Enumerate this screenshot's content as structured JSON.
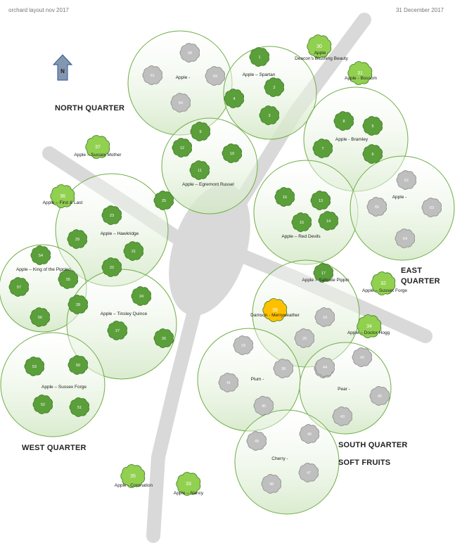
{
  "header": {
    "title": "orchard layout nov 2017",
    "date": "31 December 2017"
  },
  "compass": {
    "label": "N",
    "icon": "north-arrow-icon"
  },
  "quarters": {
    "north": "NORTH QUARTER",
    "east_line1": "EAST",
    "east_line2": "QUARTER",
    "west": "WEST QUARTER",
    "south": "SOUTH QUARTER",
    "soft": "SOFT FRUITS"
  },
  "colors": {
    "path": "#d9d9d9",
    "circle_stroke": "#70ad47",
    "circle_fill_top": "#ffffff",
    "circle_fill_bottom": "#e2efd9",
    "tree_dark": "#5b9f3a",
    "tree_light": "#92d050",
    "tree_grey": "#bfbfbf",
    "tree_orange": "#ffc000"
  },
  "groups": [
    {
      "id": "g-nw",
      "label": "Apple -"
    },
    {
      "id": "g-spartan",
      "label": "Apple – Spartan"
    },
    {
      "id": "g-bramley",
      "label": "Apple - Bramley"
    },
    {
      "id": "g-egremont",
      "label": "Apple – Egremont Russel"
    },
    {
      "id": "g-hawkridge",
      "label": "Apple – Hawkridge"
    },
    {
      "id": "g-reddevils",
      "label": "Apple – Red Devils"
    },
    {
      "id": "g-east",
      "label": "Apple -"
    },
    {
      "id": "g-kingpippins",
      "label": "Apple – King of the Pippins"
    },
    {
      "id": "g-tinsley",
      "label": "Apple – Tinsley Quince"
    },
    {
      "id": "g-damson",
      "label": "Damson - Merryweather"
    },
    {
      "id": "g-sussexforge",
      "label": "Apple – Sussex Forge"
    },
    {
      "id": "g-plum",
      "label": "Plum -"
    },
    {
      "id": "g-pear",
      "label": "Pear -"
    },
    {
      "id": "g-cherry",
      "label": "Cherry -"
    }
  ],
  "standalone_labels": [
    {
      "id": "l-deacon",
      "text": "Apple -\nDeacon’s Blushing Beauty"
    },
    {
      "id": "l-bossom",
      "text": "Apple - Bossom"
    },
    {
      "id": "l-sussexmother",
      "text": "Apple – Sussex Mother"
    },
    {
      "id": "l-firstlast",
      "text": "Apple – First & Last"
    },
    {
      "id": "l-saltcote",
      "text": "Apple – Saltcote Pippin"
    },
    {
      "id": "l-sussexforge2",
      "text": "Apple – Sussex Forge"
    },
    {
      "id": "l-doctorhogg",
      "text": "Apple – Doctor Hogg"
    },
    {
      "id": "l-coronation",
      "text": "Apple - Coronation"
    },
    {
      "id": "l-nancy",
      "text": "Apple – Nancy"
    }
  ],
  "trees": [
    {
      "n": "58",
      "kind": "grey"
    },
    {
      "n": "61",
      "kind": "grey"
    },
    {
      "n": "59",
      "kind": "grey"
    },
    {
      "n": "60",
      "kind": "grey"
    },
    {
      "n": "1",
      "kind": "dark"
    },
    {
      "n": "2",
      "kind": "dark"
    },
    {
      "n": "4",
      "kind": "dark"
    },
    {
      "n": "3",
      "kind": "dark"
    },
    {
      "n": "30",
      "kind": "light"
    },
    {
      "n": "31",
      "kind": "light"
    },
    {
      "n": "8",
      "kind": "dark"
    },
    {
      "n": "5",
      "kind": "dark"
    },
    {
      "n": "7",
      "kind": "dark"
    },
    {
      "n": "6",
      "kind": "dark"
    },
    {
      "n": "9",
      "kind": "dark"
    },
    {
      "n": "12",
      "kind": "dark"
    },
    {
      "n": "10",
      "kind": "dark"
    },
    {
      "n": "11",
      "kind": "dark"
    },
    {
      "n": "37",
      "kind": "light"
    },
    {
      "n": "36",
      "kind": "light"
    },
    {
      "n": "25",
      "kind": "dark"
    },
    {
      "n": "23",
      "kind": "dark"
    },
    {
      "n": "29",
      "kind": "dark"
    },
    {
      "n": "21",
      "kind": "dark"
    },
    {
      "n": "22",
      "kind": "dark"
    },
    {
      "n": "16",
      "kind": "dark"
    },
    {
      "n": "13",
      "kind": "dark"
    },
    {
      "n": "15",
      "kind": "dark"
    },
    {
      "n": "14",
      "kind": "dark"
    },
    {
      "n": "62",
      "kind": "grey"
    },
    {
      "n": "65",
      "kind": "grey"
    },
    {
      "n": "63",
      "kind": "grey"
    },
    {
      "n": "64",
      "kind": "grey"
    },
    {
      "n": "54",
      "kind": "dark"
    },
    {
      "n": "55",
      "kind": "dark"
    },
    {
      "n": "57",
      "kind": "dark"
    },
    {
      "n": "56",
      "kind": "dark"
    },
    {
      "n": "24",
      "kind": "dark"
    },
    {
      "n": "28",
      "kind": "dark"
    },
    {
      "n": "27",
      "kind": "dark"
    },
    {
      "n": "26",
      "kind": "dark"
    },
    {
      "n": "17",
      "kind": "dark"
    },
    {
      "n": "32",
      "kind": "light"
    },
    {
      "n": "34",
      "kind": "light"
    },
    {
      "n": "39",
      "kind": "orange"
    },
    {
      "n": "18",
      "kind": "grey"
    },
    {
      "n": "20",
      "kind": "grey"
    },
    {
      "n": "19",
      "kind": "grey"
    },
    {
      "n": "53",
      "kind": "dark"
    },
    {
      "n": "50",
      "kind": "dark"
    },
    {
      "n": "52",
      "kind": "dark"
    },
    {
      "n": "51",
      "kind": "dark"
    },
    {
      "n": "38",
      "kind": "grey"
    },
    {
      "n": "41",
      "kind": "grey"
    },
    {
      "n": "35",
      "kind": "grey"
    },
    {
      "n": "40",
      "kind": "grey"
    },
    {
      "n": "42",
      "kind": "grey"
    },
    {
      "n": "45",
      "kind": "grey"
    },
    {
      "n": "43",
      "kind": "grey"
    },
    {
      "n": "44",
      "kind": "grey"
    },
    {
      "n": "49",
      "kind": "grey"
    },
    {
      "n": "46",
      "kind": "grey"
    },
    {
      "n": "48",
      "kind": "grey"
    },
    {
      "n": "47",
      "kind": "grey"
    },
    {
      "n": "35",
      "kind": "light"
    },
    {
      "n": "33",
      "kind": "light"
    }
  ]
}
